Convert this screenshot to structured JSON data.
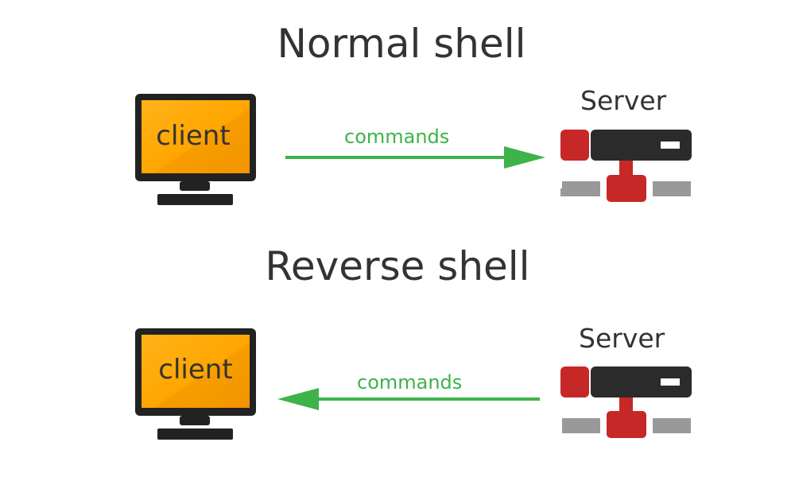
{
  "diagram": {
    "normal": {
      "title": "Normal shell",
      "client_label": "client",
      "server_label": "Server",
      "arrow_label": "commands",
      "arrow_direction": "client-to-server"
    },
    "reverse": {
      "title": "Reverse shell",
      "client_label": "client",
      "server_label": "Server",
      "arrow_label": "commands",
      "arrow_direction": "server-to-client"
    }
  },
  "colors": {
    "arrow": "#3db34a",
    "monitor_screen": "#ffa500",
    "monitor_frame": "#222222",
    "server_accent": "#c62828",
    "server_body": "#2b2b2b",
    "network_gray": "#999999",
    "text": "#333333"
  },
  "icons": {
    "client": "monitor-icon",
    "server": "server-icon"
  }
}
